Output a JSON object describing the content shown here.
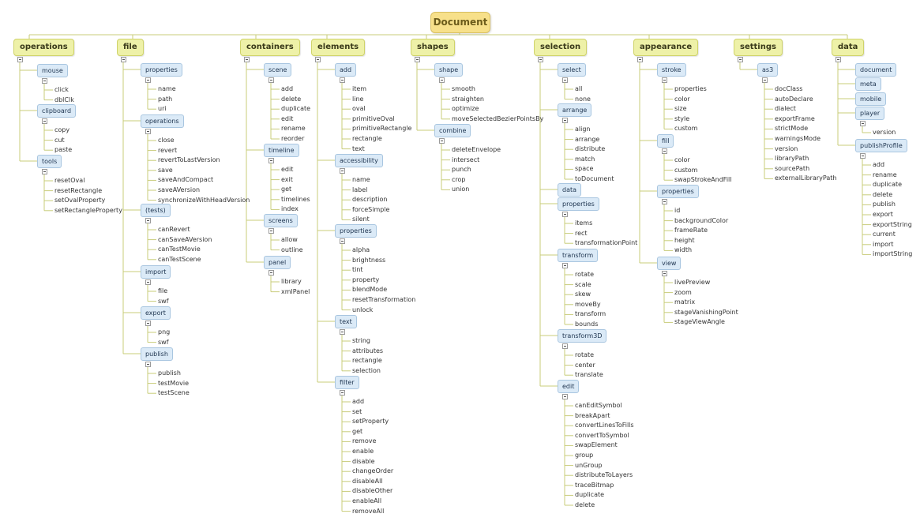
{
  "root": {
    "label": "Document"
  },
  "categories": [
    {
      "label": "operations",
      "children": [
        {
          "label": "mouse",
          "children": [
            "click",
            "dblClk"
          ]
        },
        {
          "label": "clipboard",
          "children": [
            "copy",
            "cut",
            "paste"
          ]
        },
        {
          "label": "tools",
          "children": [
            "resetOval",
            "resetRectangle",
            "setOvalProperty",
            "setRectangleProperty"
          ]
        }
      ]
    },
    {
      "label": "file",
      "children": [
        {
          "label": "properties",
          "children": [
            "name",
            "path",
            "uri"
          ]
        },
        {
          "label": "operations",
          "children": [
            "close",
            "revert",
            "revertToLastVersion",
            "save",
            "saveAndCompact",
            "saveAVersion",
            "synchronizeWithHeadVersion"
          ]
        },
        {
          "label": "(tests)",
          "children": [
            "canRevert",
            "canSaveAVersion",
            "canTestMovie",
            "canTestScene"
          ]
        },
        {
          "label": "import",
          "children": [
            "file",
            "swf"
          ]
        },
        {
          "label": "export",
          "children": [
            "png",
            "swf"
          ]
        },
        {
          "label": "publish",
          "children": [
            "publish",
            "testMovie",
            "testScene"
          ]
        }
      ]
    },
    {
      "label": "containers",
      "children": [
        {
          "label": "scene",
          "children": [
            "add",
            "delete",
            "duplicate",
            "edit",
            "rename",
            "reorder"
          ]
        },
        {
          "label": "timeline",
          "children": [
            "edit",
            "exit",
            "get",
            "timelines",
            "index"
          ]
        },
        {
          "label": "screens",
          "children": [
            "allow",
            "outline"
          ]
        },
        {
          "label": "panel",
          "children": [
            "library",
            "xmlPanel"
          ]
        }
      ]
    },
    {
      "label": "elements",
      "children": [
        {
          "label": "add",
          "children": [
            "item",
            "line",
            "oval",
            "primitiveOval",
            "primitiveRectangle",
            "rectangle",
            "text"
          ]
        },
        {
          "label": "accessibility",
          "children": [
            "name",
            "label",
            "description",
            "forceSimple",
            "silent"
          ]
        },
        {
          "label": "properties",
          "children": [
            "alpha",
            "brightness",
            "tint",
            "property",
            "blendMode",
            "resetTransformation",
            "unlock"
          ]
        },
        {
          "label": "text",
          "children": [
            "string",
            "attributes",
            "rectangle",
            "selection"
          ]
        },
        {
          "label": "filter",
          "children": [
            "add",
            "set",
            "setProperty",
            "get",
            "remove",
            "enable",
            "disable",
            "changeOrder",
            "disableAll",
            "disableOther",
            "enableAll",
            "removeAll"
          ]
        }
      ]
    },
    {
      "label": "shapes",
      "children": [
        {
          "label": "shape",
          "children": [
            "smooth",
            "straighten",
            "optimize",
            "moveSelectedBezierPointsBy"
          ]
        },
        {
          "label": "combine",
          "children": [
            "deleteEnvelope",
            "intersect",
            "punch",
            "crop",
            "union"
          ]
        }
      ]
    },
    {
      "label": "selection",
      "children": [
        {
          "label": "select",
          "children": [
            "all",
            "none"
          ]
        },
        {
          "label": "arrange",
          "children": [
            "align",
            "arrange",
            "distribute",
            "match",
            "space",
            "toDocument"
          ]
        },
        {
          "label": "data",
          "children": []
        },
        {
          "label": "properties",
          "children": [
            "items",
            "rect",
            "transformationPoint"
          ]
        },
        {
          "label": "transform",
          "children": [
            "rotate",
            "scale",
            "skew",
            "moveBy",
            "transform",
            "bounds"
          ]
        },
        {
          "label": "transform3D",
          "children": [
            "rotate",
            "center",
            "translate"
          ]
        },
        {
          "label": "edit",
          "children": [
            "canEditSymbol",
            "breakApart",
            "convertLinesToFills",
            "convertToSymbol",
            "swapElement",
            "group",
            "unGroup",
            "distributeToLayers",
            "traceBitmap",
            "duplicate",
            "delete"
          ]
        }
      ]
    },
    {
      "label": "appearance",
      "children": [
        {
          "label": "stroke",
          "children": [
            "properties",
            "color",
            "size",
            "style",
            "custom"
          ]
        },
        {
          "label": "fill",
          "children": [
            "color",
            "custom",
            "swapStrokeAndFill"
          ]
        },
        {
          "label": "properties",
          "children": [
            "id",
            "backgroundColor",
            "frameRate",
            "height",
            "width"
          ]
        },
        {
          "label": "view",
          "children": [
            "livePreview",
            "zoom",
            "matrix",
            "stageVanishingPoint",
            "stageViewAngle"
          ]
        }
      ]
    },
    {
      "label": "settings",
      "children": [
        {
          "label": "as3",
          "children": [
            "docClass",
            "autoDeclare",
            "dialect",
            "exportFrame",
            "strictMode",
            "warningsMode",
            "version",
            "libraryPath",
            "sourcePath",
            "externalLibraryPath"
          ]
        }
      ]
    },
    {
      "label": "data",
      "children": [
        {
          "label": "document",
          "children": []
        },
        {
          "label": "meta",
          "children": []
        },
        {
          "label": "mobile",
          "children": []
        },
        {
          "label": "player",
          "children": [
            "version"
          ]
        },
        {
          "label": "publishProfile",
          "children": [
            "add",
            "rename",
            "duplicate",
            "delete",
            "publish",
            "export",
            "exportString",
            "current",
            "import",
            "importString"
          ]
        }
      ]
    }
  ],
  "colors": {
    "root_fill": "#f7e08a",
    "category_fill": "#eef1a8",
    "subnode_fill": "#dbeaf7",
    "connector": "#c8cc7a"
  }
}
